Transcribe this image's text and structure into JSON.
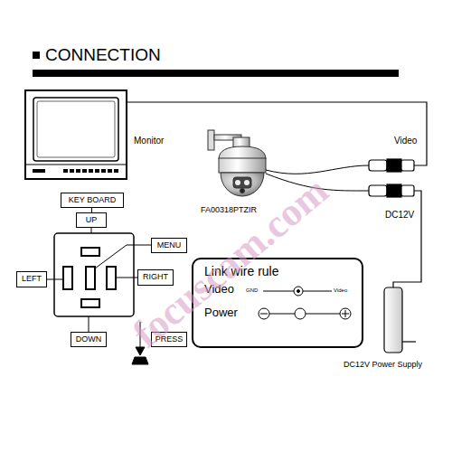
{
  "diagram": {
    "title": "CONNECTION",
    "nodes": [
      {
        "text": [
          "KEY BOARD"
        ]
      },
      {
        "text": [
          "UP"
        ]
      },
      {
        "text": [
          "MENU"
        ]
      },
      {
        "text": [
          "RIGHT"
        ]
      },
      {
        "text": [
          "LEFT"
        ]
      },
      {
        "text": [
          "DOWN"
        ]
      },
      {
        "text": [
          "PRESS"
        ]
      },
      {
        "text": [
          "Link wire rule"
        ]
      }
    ],
    "edges": [
      {
        "from": 0,
        "to": 1,
        "arrow": "none"
      }
    ],
    "labels": [
      "Monitor",
      "FA00318PTZIR",
      "Video",
      "DC12V",
      "Video",
      "GND",
      "Video",
      "Power",
      "DC12V Power Supply",
      "focuscam.com"
    ]
  }
}
